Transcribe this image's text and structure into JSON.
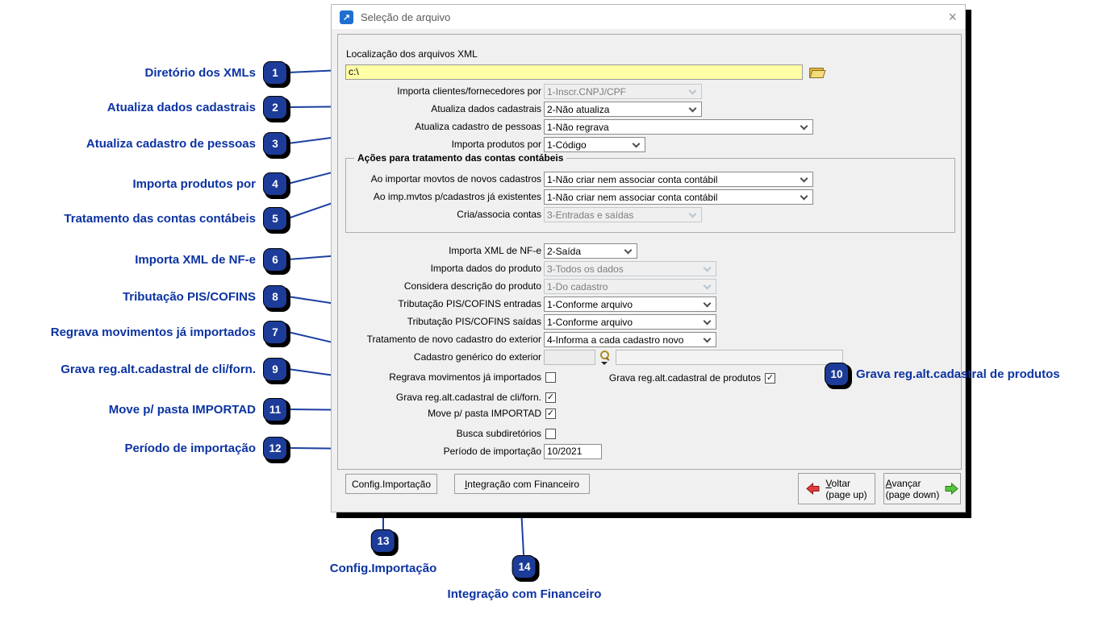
{
  "window": {
    "title": "Seleção de arquivo",
    "close_glyph": "×",
    "app_icon_glyph": "↗"
  },
  "file_location": {
    "label": "Localização dos arquivos XML",
    "value": "c:\\"
  },
  "fields": [
    {
      "label": "Importa clientes/fornecedores por",
      "value": "1-Inscr.CNPJ/CPF",
      "disabled": true
    },
    {
      "label": "Atualiza dados cadastrais",
      "value": "2-Não atualiza",
      "disabled": false
    },
    {
      "label": "Atualiza cadastro de pessoas",
      "value": "1-Não regrava",
      "disabled": false
    },
    {
      "label": "Importa produtos por",
      "value": "1-Código",
      "disabled": false
    },
    {
      "label": "Ao importar movtos de novos cadastros",
      "value": "1-Não criar nem associar conta contábil",
      "disabled": false
    },
    {
      "label": "Ao imp.mvtos p/cadastros já existentes",
      "value": "1-Não criar nem associar conta contábil",
      "disabled": false
    },
    {
      "label": "Cria/associa contas",
      "value": "3-Entradas e saídas",
      "disabled": true
    },
    {
      "label": "Importa XML de NF-e",
      "value": "2-Saída",
      "disabled": false
    },
    {
      "label": "Importa dados do produto",
      "value": "3-Todos os dados",
      "disabled": true
    },
    {
      "label": "Considera descrição do produto",
      "value": "1-Do cadastro",
      "disabled": true
    },
    {
      "label": "Tributação PIS/COFINS entradas",
      "value": "1-Conforme arquivo",
      "disabled": false
    },
    {
      "label": "Tributação PIS/COFINS saídas",
      "value": "1-Conforme arquivo",
      "disabled": false
    },
    {
      "label": "Tratamento de novo cadastro do exterior",
      "value": "4-Informa a cada cadastro novo",
      "disabled": false
    }
  ],
  "group": {
    "title": "Ações para tratamento das contas contábeis"
  },
  "generic_registry": {
    "label": "Cadastro genérico do exterior",
    "code_value": "",
    "name_value": ""
  },
  "checkboxes": [
    {
      "label": "Regrava movimentos já importados",
      "checked": false
    },
    {
      "label": "Grava reg.alt.cadastral de produtos",
      "checked": true
    },
    {
      "label": "Grava reg.alt.cadastral de cli/forn.",
      "checked": true
    },
    {
      "label": "Move p/ pasta IMPORTAD",
      "checked": true
    },
    {
      "label": "Busca subdiretórios",
      "checked": false
    }
  ],
  "period": {
    "label": "Período de importação",
    "value": "10/2021"
  },
  "buttons": {
    "config": "Config.Importação",
    "finance": "Integração com Financeiro",
    "voltar_line1": "Voltar",
    "voltar_line2": "(page up)",
    "avancar_line1": "Avançar",
    "avancar_line2": "(page down)"
  },
  "icons": {
    "check": "✓"
  },
  "annotations": {
    "items": [
      {
        "num": "1",
        "label": "Diretório dos XMLs"
      },
      {
        "num": "2",
        "label": "Atualiza dados cadastrais"
      },
      {
        "num": "3",
        "label": "Atualiza cadastro de pessoas"
      },
      {
        "num": "4",
        "label": "Importa produtos por"
      },
      {
        "num": "5",
        "label": "Tratamento das contas contábeis"
      },
      {
        "num": "6",
        "label": "Importa XML de NF-e"
      },
      {
        "num": "8",
        "label": "Tributação PIS/COFINS"
      },
      {
        "num": "7",
        "label": "Regrava movimentos já importados"
      },
      {
        "num": "9",
        "label": "Grava reg.alt.cadastral de cli/forn."
      },
      {
        "num": "10",
        "label": "Grava reg.alt.cadastral de produtos"
      },
      {
        "num": "11",
        "label": "Move p/ pasta IMPORTAD"
      },
      {
        "num": "12",
        "label": "Período de importação"
      },
      {
        "num": "13",
        "label": "Config.Importação"
      },
      {
        "num": "14",
        "label": "Integração com Financeiro"
      }
    ]
  },
  "colors": {
    "callout_blue": "#1a3fa0",
    "badge_navy": "#1d3c99",
    "field_yellow": "#ffffa6",
    "voltar_red": "#e23b3b",
    "avancar_green": "#54c43c"
  }
}
